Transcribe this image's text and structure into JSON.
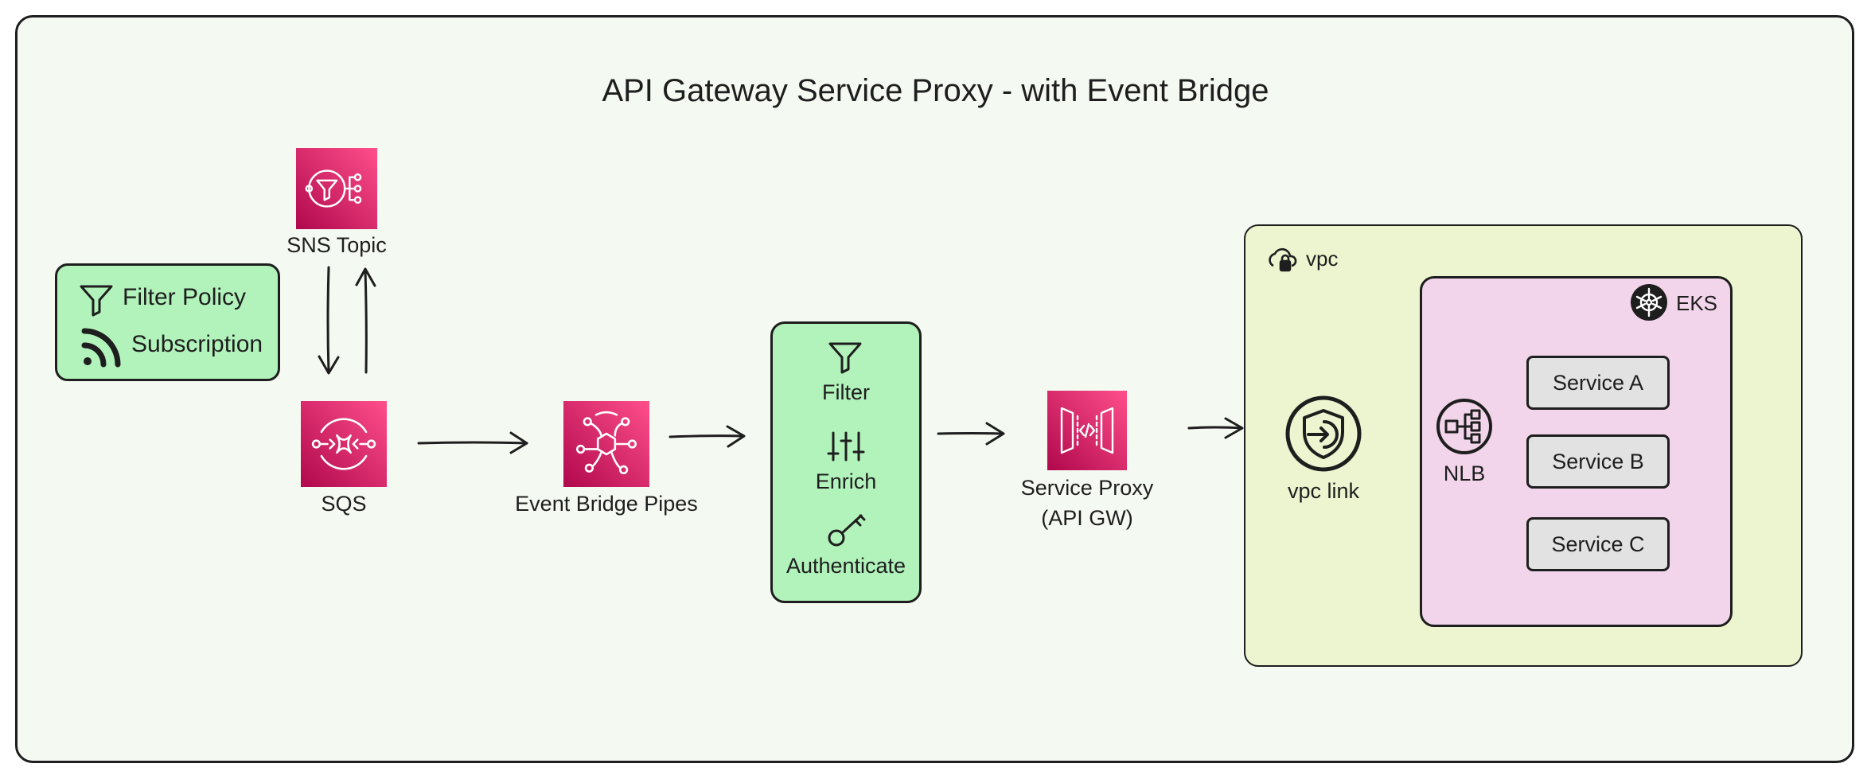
{
  "title": "API Gateway Service Proxy - with Event Bridge",
  "nodes": {
    "sns": {
      "label": "SNS Topic",
      "icon": "sns-topic-icon"
    },
    "sqs": {
      "label": "SQS",
      "icon": "sqs-icon"
    },
    "eventbridge": {
      "label": "Event Bridge Pipes",
      "icon": "eventbridge-pipes-icon"
    },
    "service_proxy": {
      "label_line1": "Service Proxy",
      "label_line2": "(API GW)",
      "icon": "api-gateway-icon"
    }
  },
  "filter_policy_box": {
    "items": [
      {
        "label": "Filter Policy",
        "icon": "filter-icon"
      },
      {
        "label": "Subscription",
        "icon": "rss-icon"
      }
    ]
  },
  "pipe_steps": {
    "items": [
      {
        "label": "Filter",
        "icon": "filter-icon"
      },
      {
        "label": "Enrich",
        "icon": "sliders-icon"
      },
      {
        "label": "Authenticate",
        "icon": "key-icon"
      }
    ]
  },
  "vpc": {
    "label": "vpc",
    "icon": "cloud-lock-icon",
    "vpc_link": {
      "label": "vpc link",
      "icon": "vpc-link-shield-icon"
    },
    "eks": {
      "label": "EKS",
      "icon": "kubernetes-icon",
      "nlb": {
        "label": "NLB",
        "icon": "load-balancer-icon"
      },
      "services": [
        "Service A",
        "Service B",
        "Service C"
      ]
    }
  },
  "colors": {
    "background": "#f4f9f1",
    "green_box": "#b2f2bb",
    "vpc_box": "#ecf5cf",
    "eks_box": "#f2d5ea",
    "service_box": "#e2e2e2",
    "aws_pink_start": "#b0084d",
    "aws_pink_end": "#ff4f8b",
    "stroke": "#1e1e1e"
  }
}
